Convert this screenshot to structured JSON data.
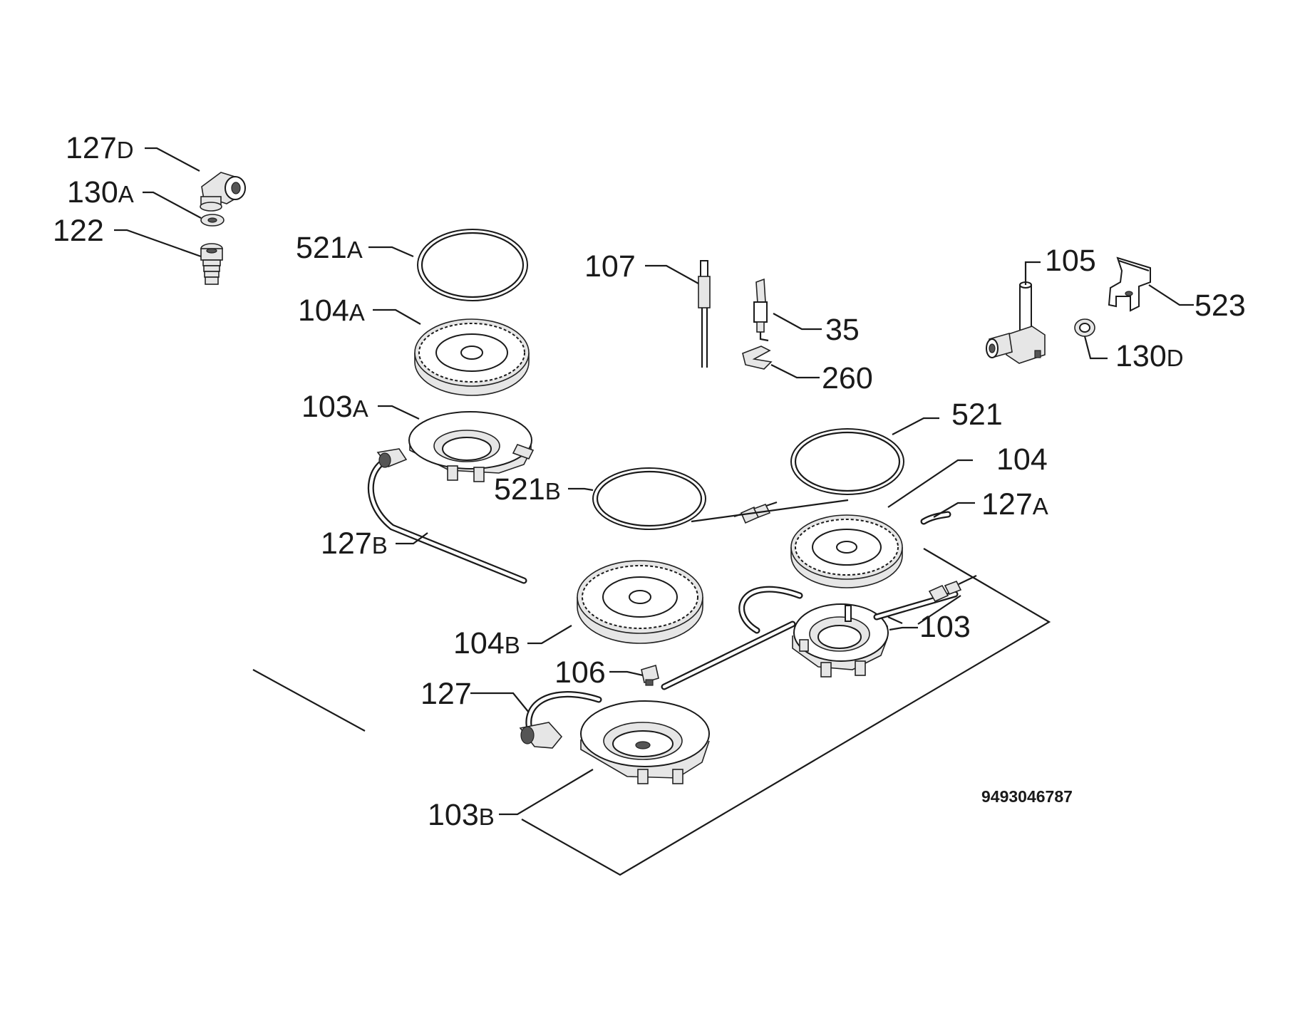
{
  "diagram_code": "9493046787",
  "labels": [
    {
      "id": "127D",
      "num": "127",
      "suffix": "D"
    },
    {
      "id": "130A",
      "num": "130",
      "suffix": "A"
    },
    {
      "id": "122",
      "num": "122",
      "suffix": ""
    },
    {
      "id": "521A",
      "num": "521",
      "suffix": "A"
    },
    {
      "id": "104A",
      "num": "104",
      "suffix": "A"
    },
    {
      "id": "103A",
      "num": "103",
      "suffix": "A"
    },
    {
      "id": "127B",
      "num": "127",
      "suffix": "B"
    },
    {
      "id": "107",
      "num": "107",
      "suffix": ""
    },
    {
      "id": "35",
      "num": "35",
      "suffix": ""
    },
    {
      "id": "260",
      "num": "260",
      "suffix": ""
    },
    {
      "id": "105",
      "num": "105",
      "suffix": ""
    },
    {
      "id": "523",
      "num": "523",
      "suffix": ""
    },
    {
      "id": "130D",
      "num": "130",
      "suffix": "D"
    },
    {
      "id": "521",
      "num": "521",
      "suffix": ""
    },
    {
      "id": "104",
      "num": "104",
      "suffix": ""
    },
    {
      "id": "127A",
      "num": "127",
      "suffix": "A"
    },
    {
      "id": "521B",
      "num": "521",
      "suffix": "B"
    },
    {
      "id": "103",
      "num": "103",
      "suffix": ""
    },
    {
      "id": "104B",
      "num": "104",
      "suffix": "B"
    },
    {
      "id": "106",
      "num": "106",
      "suffix": ""
    },
    {
      "id": "127",
      "num": "127",
      "suffix": ""
    },
    {
      "id": "103B",
      "num": "103",
      "suffix": "B"
    }
  ]
}
